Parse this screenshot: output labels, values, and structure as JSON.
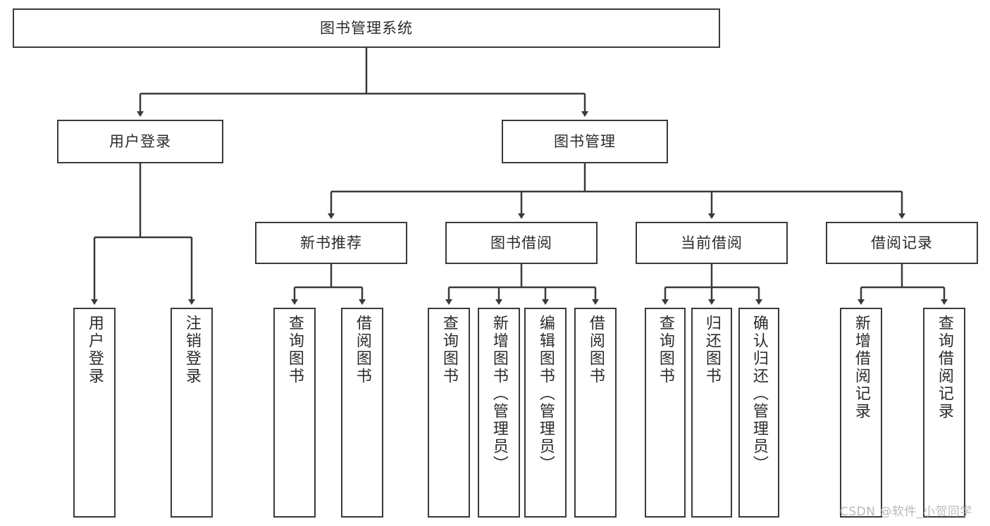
{
  "diagram": {
    "title": "图书管理系统",
    "type": "tree",
    "watermark": "CSDN @软件_小贺同学",
    "colors": {
      "box_border": "#3a3a3a",
      "box_fill": "#ffffff",
      "line": "#3a3a3a",
      "text": "#2b2b2b",
      "watermark": "#b9b9b9"
    },
    "root": {
      "label": "图书管理系统"
    },
    "level2": [
      {
        "label": "用户登录"
      },
      {
        "label": "图书管理"
      }
    ],
    "level3": [
      {
        "label": "新书推荐"
      },
      {
        "label": "图书借阅"
      },
      {
        "label": "当前借阅"
      },
      {
        "label": "借阅记录"
      }
    ],
    "leaves": {
      "user_login": [
        {
          "label": "用户登录"
        },
        {
          "label": "注销登录"
        }
      ],
      "new_book": [
        {
          "label": "查询图书"
        },
        {
          "label": "借阅图书"
        }
      ],
      "book_borrow": [
        {
          "label": "查询图书"
        },
        {
          "label": "新增图书（管理员）"
        },
        {
          "label": "编辑图书（管理员）"
        },
        {
          "label": "借阅图书"
        }
      ],
      "current_borrow": [
        {
          "label": "查询图书"
        },
        {
          "label": "归还图书"
        },
        {
          "label": "确认归还（管理员）"
        }
      ],
      "borrow_record": [
        {
          "label": "新增借阅记录"
        },
        {
          "label": "查询借阅记录"
        }
      ]
    }
  }
}
